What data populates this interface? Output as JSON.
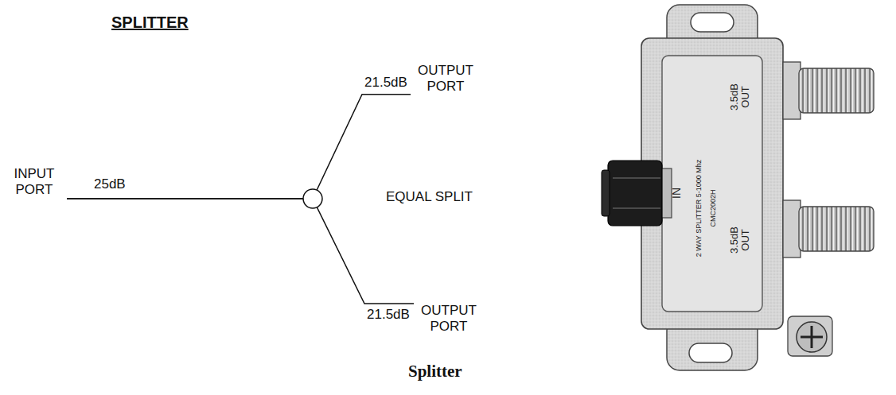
{
  "diagram": {
    "title": "SPLITTER",
    "caption": "Splitter",
    "nodes": [
      {
        "text": [
          "INPUT PORT"
        ]
      },
      {
        "text": [
          "OUTPUT PORT"
        ]
      },
      {
        "text": [
          "OUTPUT PORT"
        ]
      }
    ],
    "edges": [
      {
        "from": 0,
        "to": 1,
        "label": "21.5dB",
        "arrow": "none"
      },
      {
        "from": 0,
        "to": 2,
        "label": "21.5dB",
        "arrow": "none"
      }
    ],
    "labels": [
      "25dB",
      "EQUAL SPLIT",
      "IN",
      "3.5dB OUT",
      "2 WAY SPLITTER 5-1000 Mhz",
      "CMC2002H",
      "3.5dB OUT"
    ]
  }
}
